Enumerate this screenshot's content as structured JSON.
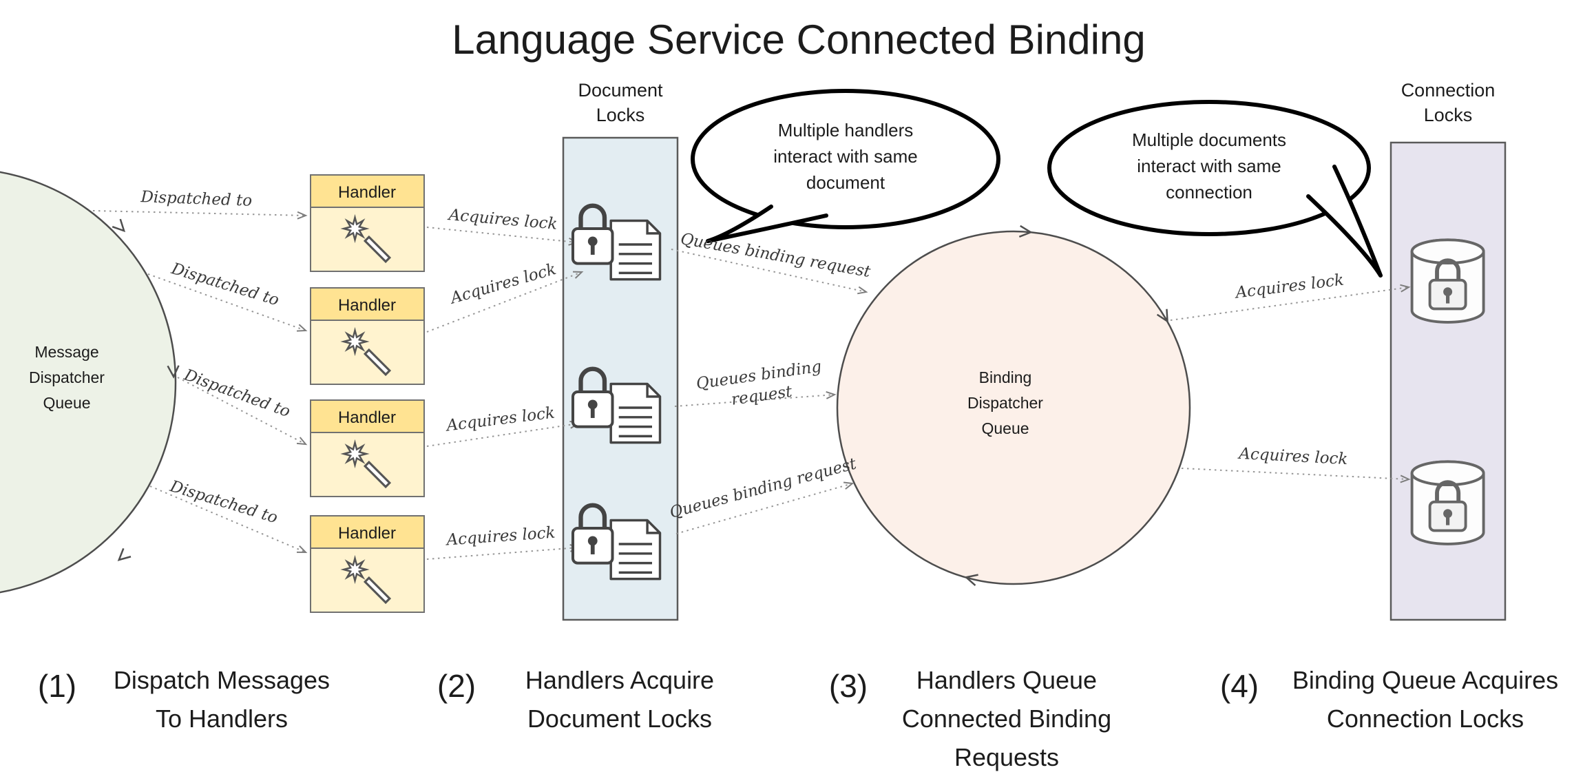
{
  "title": "Language Service Connected Binding",
  "message_queue": {
    "line1": "Message",
    "line2": "Dispatcher",
    "line3": "Queue"
  },
  "handler_label": "Handler",
  "document_locks": {
    "line1": "Document",
    "line2": "Locks"
  },
  "binding_queue": {
    "line1": "Binding",
    "line2": "Dispatcher",
    "line3": "Queue"
  },
  "connection_locks": {
    "line1": "Connection",
    "line2": "Locks"
  },
  "bubble1": {
    "line1": "Multiple handlers",
    "line2": "interact with same",
    "line3": "document"
  },
  "bubble2": {
    "line1": "Multiple documents",
    "line2": "interact with same",
    "line3": "connection"
  },
  "labels": {
    "dispatched_to": "Dispatched to",
    "acquires_lock": "Acquires lock",
    "queues_binding_request": "Queues binding request",
    "queues_binding": "Queues binding",
    "request": "request"
  },
  "captions": [
    {
      "num": "(1)",
      "line1": "Dispatch Messages",
      "line2": "To Handlers"
    },
    {
      "num": "(2)",
      "line1": "Handlers Acquire",
      "line2": "Document Locks"
    },
    {
      "num": "(3)",
      "line1": "Handlers Queue",
      "line2": "Connected Binding",
      "line3": "Requests"
    },
    {
      "num": "(4)",
      "line1": "Binding Queue Acquires",
      "line2": "Connection Locks"
    }
  ],
  "colors": {
    "message_queue_fill": "#edf2e7",
    "binding_queue_fill": "#fcf0e9",
    "document_locks_fill": "#e3edf2",
    "connection_locks_fill": "#e7e4ef",
    "handler_header_fill": "#ffe392",
    "handler_body_fill": "#fff3cf"
  }
}
